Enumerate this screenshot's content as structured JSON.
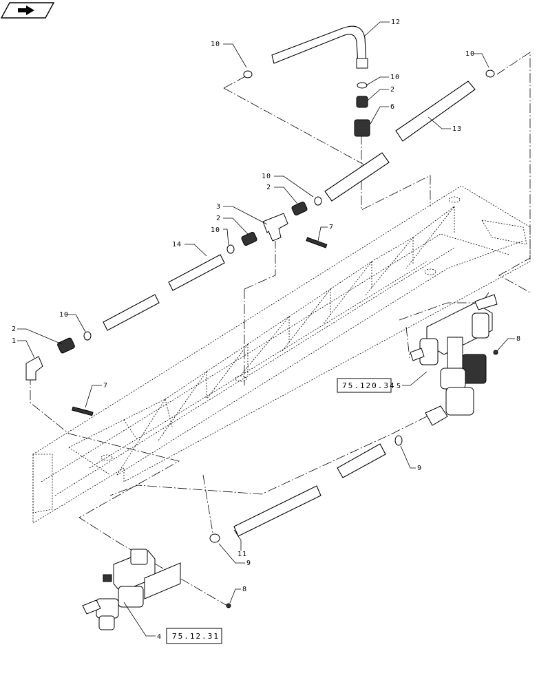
{
  "nav_icon": "arrow-right-icon",
  "callouts": {
    "c1": "1",
    "c2a": "2",
    "c2b": "2",
    "c2c": "2",
    "c2d": "2",
    "c3": "3",
    "c4": "4",
    "c5": "5",
    "c6": "6",
    "c7a": "7",
    "c7b": "7",
    "c8a": "8",
    "c8b": "8",
    "c9a": "9",
    "c9b": "9",
    "c10a": "10",
    "c10b": "10",
    "c10c": "10",
    "c10d": "10",
    "c10e": "10",
    "c10f": "10",
    "c11": "11",
    "c12": "12",
    "c13": "13",
    "c14": "14"
  },
  "references": {
    "ref_5": "75.120.34",
    "ref_4": "75.12.31"
  }
}
